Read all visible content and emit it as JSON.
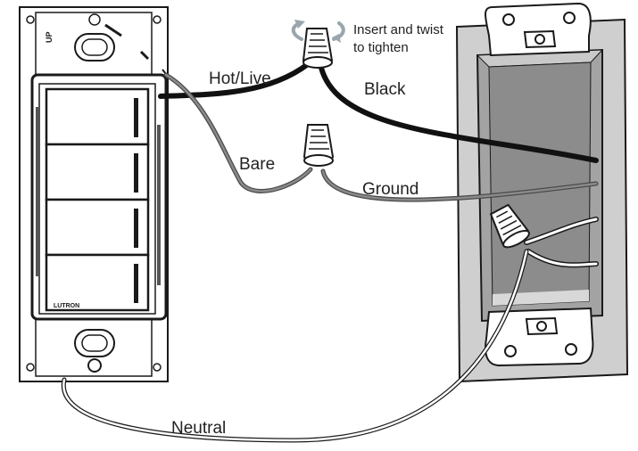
{
  "labels": {
    "hot_live": "Hot/Live",
    "black": "Black",
    "bare": "Bare",
    "ground": "Ground",
    "neutral": "Neutral",
    "instruction_line1": "Insert and twist",
    "instruction_line2": "to tighten"
  },
  "device_markings": {
    "up": "UP",
    "brand": "LUTRON"
  },
  "colors": {
    "outline": "#1a1a1a",
    "wire_black": "#111111",
    "wire_bare": "#6e6e6e",
    "wire_white": "#ffffff",
    "box_gray": "#9a9a9a",
    "arrow_gray": "#9aa6ad"
  },
  "icons": [
    "wire-nut-icon",
    "twist-arrows-icon"
  ]
}
